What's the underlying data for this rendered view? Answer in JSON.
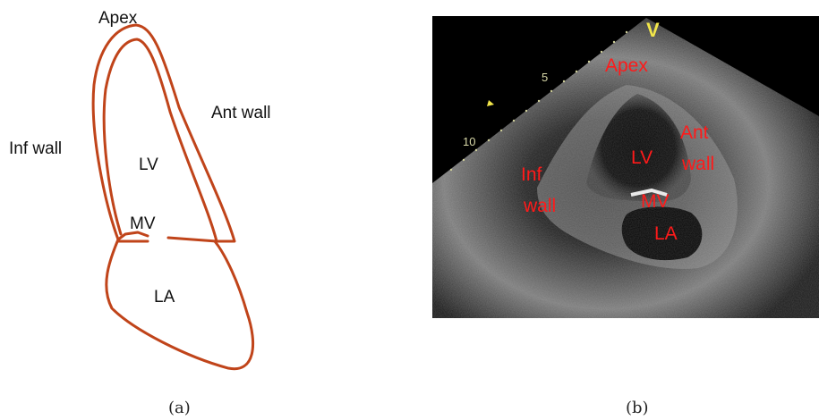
{
  "panel_a": {
    "labels": {
      "apex": "Apex",
      "ant_wall": "Ant wall",
      "inf_wall": "Inf wall",
      "lv": "LV",
      "mv": "MV",
      "la": "LA"
    },
    "caption": "(a)",
    "outline_color": "#c0441a"
  },
  "panel_b": {
    "labels": {
      "apex": "Apex",
      "lv": "LV",
      "ant": "Ant",
      "wall_ant": "wall",
      "inf": "Inf",
      "wall_inf": "wall",
      "mv": "MV",
      "la": "LA"
    },
    "depth_markers": [
      "5",
      "10"
    ],
    "probe_marker": "V",
    "caption": "(b)",
    "label_color": "#ff1a1a"
  }
}
